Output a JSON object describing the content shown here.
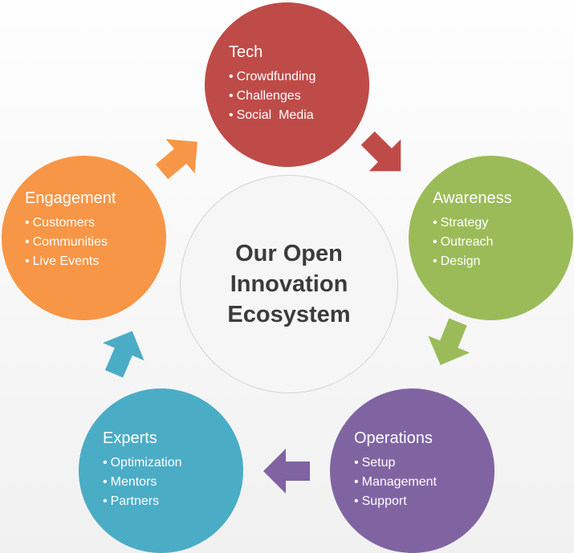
{
  "diagram": {
    "center": {
      "lines": [
        "Our Open",
        "Innovation",
        "Ecosystem"
      ]
    },
    "nodes": [
      {
        "id": "tech",
        "title": "Tech",
        "items": [
          "Crowdfunding",
          "Challenges",
          "Social  Media"
        ],
        "color": "#be4b48"
      },
      {
        "id": "awareness",
        "title": "Awareness",
        "items": [
          "Strategy",
          "Outreach",
          "Design"
        ],
        "color": "#9bbb59"
      },
      {
        "id": "operations",
        "title": "Operations",
        "items": [
          "Setup",
          "Management",
          "Support"
        ],
        "color": "#8064a2"
      },
      {
        "id": "experts",
        "title": "Experts",
        "items": [
          "Optimization",
          "Mentors",
          "Partners"
        ],
        "color": "#4bacc6"
      },
      {
        "id": "engagement",
        "title": "Engagement",
        "items": [
          "Customers",
          "Communities",
          "Live Events"
        ],
        "color": "#f79646"
      }
    ],
    "arrows": [
      {
        "from": "tech",
        "to": "awareness",
        "color": "#be4b48"
      },
      {
        "from": "awareness",
        "to": "operations",
        "color": "#9bbb59"
      },
      {
        "from": "operations",
        "to": "experts",
        "color": "#8064a2"
      },
      {
        "from": "experts",
        "to": "engagement",
        "color": "#4bacc6"
      },
      {
        "from": "engagement",
        "to": "tech",
        "color": "#f79646"
      }
    ]
  }
}
